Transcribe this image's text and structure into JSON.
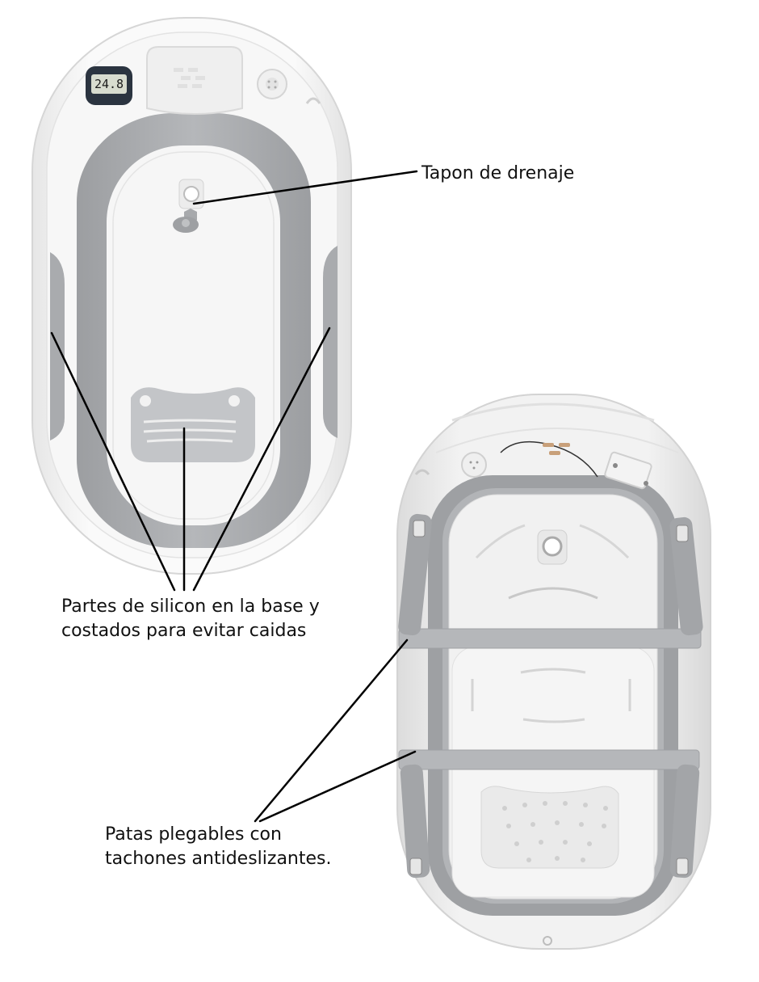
{
  "labels": {
    "drain_plug": "Tapon de drenaje",
    "silicone_line1": "Partes de silicon en la base y",
    "silicone_line2": "costados para evitar caidas",
    "legs_line1": "Patas plegables con",
    "legs_line2": "tachones antideslizantes."
  },
  "thermometer": {
    "display": "24.8"
  },
  "colors": {
    "tub_white": "#f4f4f4",
    "silicone_gray": "#a9abae",
    "silicone_light": "#c9cbcd",
    "outline": "#d4d4d4",
    "leader_line": "#000000"
  },
  "icons": {
    "thermometer": "digital-thermometer-icon",
    "drain": "drain-plug-icon",
    "soap_dish": "soap-holder-icon"
  }
}
